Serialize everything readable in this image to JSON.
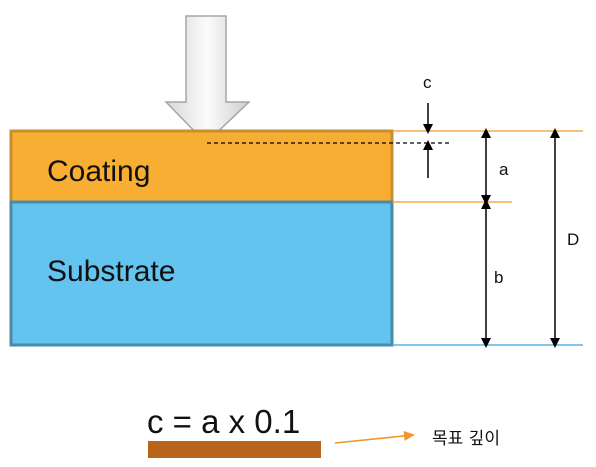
{
  "layers": {
    "coating": {
      "label": "Coating",
      "fill": "#F7AE33",
      "border": "#C8902A"
    },
    "substrate": {
      "label": "Substrate",
      "fill": "#62C4EF",
      "border": "#4A8AA8"
    }
  },
  "dimensions": {
    "c": "c",
    "a": "a",
    "b": "b",
    "D": "D"
  },
  "formula": {
    "text": "c = a x 0.1",
    "bar_color": "#B8651B"
  },
  "annotation": {
    "text": "목표 깊이",
    "arrow_color": "#F0962A"
  },
  "icons": {
    "indenter": "down-arrow-indenter"
  },
  "colors": {
    "orange_line": "#F0962A",
    "blue_line": "#3AA5DC",
    "arrow": "#000000"
  }
}
